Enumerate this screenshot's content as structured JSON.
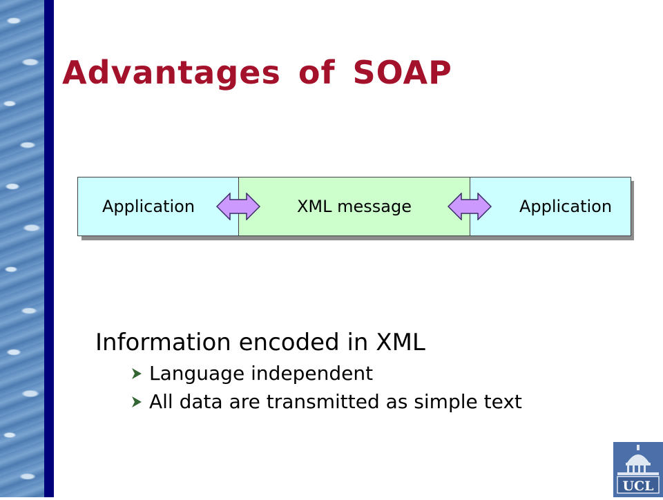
{
  "slide": {
    "title": "Advantages of SOAP",
    "diagram": {
      "left_box": "Application",
      "middle_box": "XML message",
      "right_box": "Application"
    },
    "bullets": {
      "main": "Information encoded in XML",
      "sub": [
        "Language independent",
        "All data are transmitted as simple text"
      ]
    },
    "logo": {
      "text": "UCL"
    }
  },
  "colors": {
    "title": "#a3112b",
    "app_box": "#ccffff",
    "message_box": "#ccffcc",
    "arrow": "#cc99ff",
    "bullet_marker": "#336633",
    "sidebar_bar": "#00007a"
  }
}
